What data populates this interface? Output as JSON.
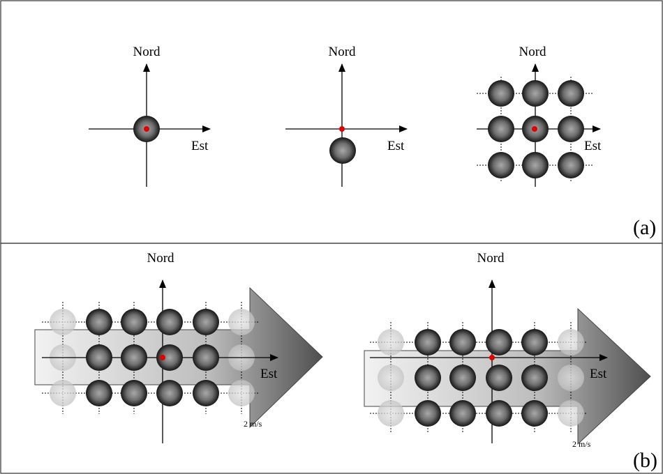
{
  "labels": {
    "north": "Nord",
    "east": "Est",
    "panel_a": "(a)",
    "panel_b": "(b)",
    "speed": "2 m/s"
  },
  "colors": {
    "border": "#333333",
    "axis": "#000000",
    "center_marker": "#e00000",
    "sphere_light": "#9a9a9a",
    "sphere_dark": "#1a1a1a",
    "arrow_light": "#f0f0f0",
    "arrow_dark": "#5a5a5a",
    "ghost_sphere": "#d3d3d3"
  },
  "panels": {
    "a": {
      "diagrams": [
        "single-sphere-at-origin",
        "single-sphere-south-of-origin",
        "3x3-sphere-grid"
      ]
    },
    "b": {
      "diagrams": [
        "3x4-grid-drifting-east",
        "3x4-grid-drifting-east-offset"
      ]
    }
  }
}
